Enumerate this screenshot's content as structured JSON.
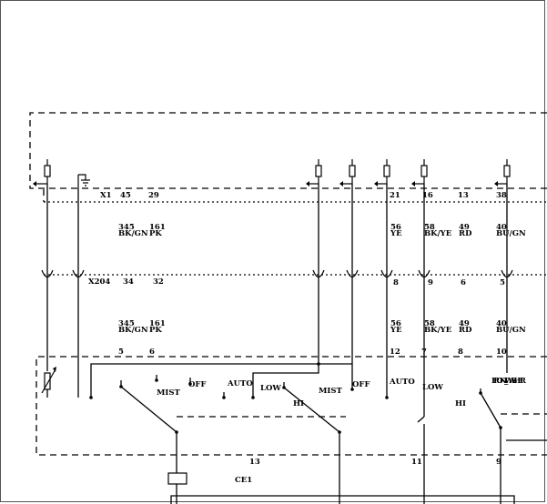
{
  "top_connector": {
    "name": "X1",
    "pins": [
      "45",
      "29",
      "21",
      "16",
      "13",
      "38"
    ]
  },
  "mid_connector": {
    "name": "X204",
    "pins": [
      "34",
      "32",
      "8",
      "9",
      "6",
      "5"
    ]
  },
  "wires_upper": [
    {
      "num": "345",
      "color": "BK/GN"
    },
    {
      "num": "161",
      "color": "PK"
    },
    {
      "num": "56",
      "color": "YE"
    },
    {
      "num": "58",
      "color": "BK/YE"
    },
    {
      "num": "49",
      "color": "RD"
    },
    {
      "num": "40",
      "color": "BU/GN"
    }
  ],
  "wires_lower": [
    {
      "num": "345",
      "color": "BK/GN"
    },
    {
      "num": "161",
      "color": "PK"
    },
    {
      "num": "56",
      "color": "YE"
    },
    {
      "num": "58",
      "color": "BK/YE"
    },
    {
      "num": "49",
      "color": "RD"
    },
    {
      "num": "40",
      "color": "BU/GN"
    }
  ],
  "switch_pins": [
    "5",
    "6",
    "12",
    "7",
    "8",
    "10"
  ],
  "switch_labels": {
    "mist1": "MIST",
    "off1": "OFF",
    "auto1": "AUTO",
    "low1": "LOW",
    "hi1": "HI",
    "mist2": "MIST",
    "off2": "OFF",
    "auto2": "AUTO",
    "low2": "LOW",
    "hi2": "HI",
    "front_washer": "FRONT _WASHER"
  },
  "lower_pins": [
    "13",
    "11",
    "9"
  ],
  "component": "CE1"
}
